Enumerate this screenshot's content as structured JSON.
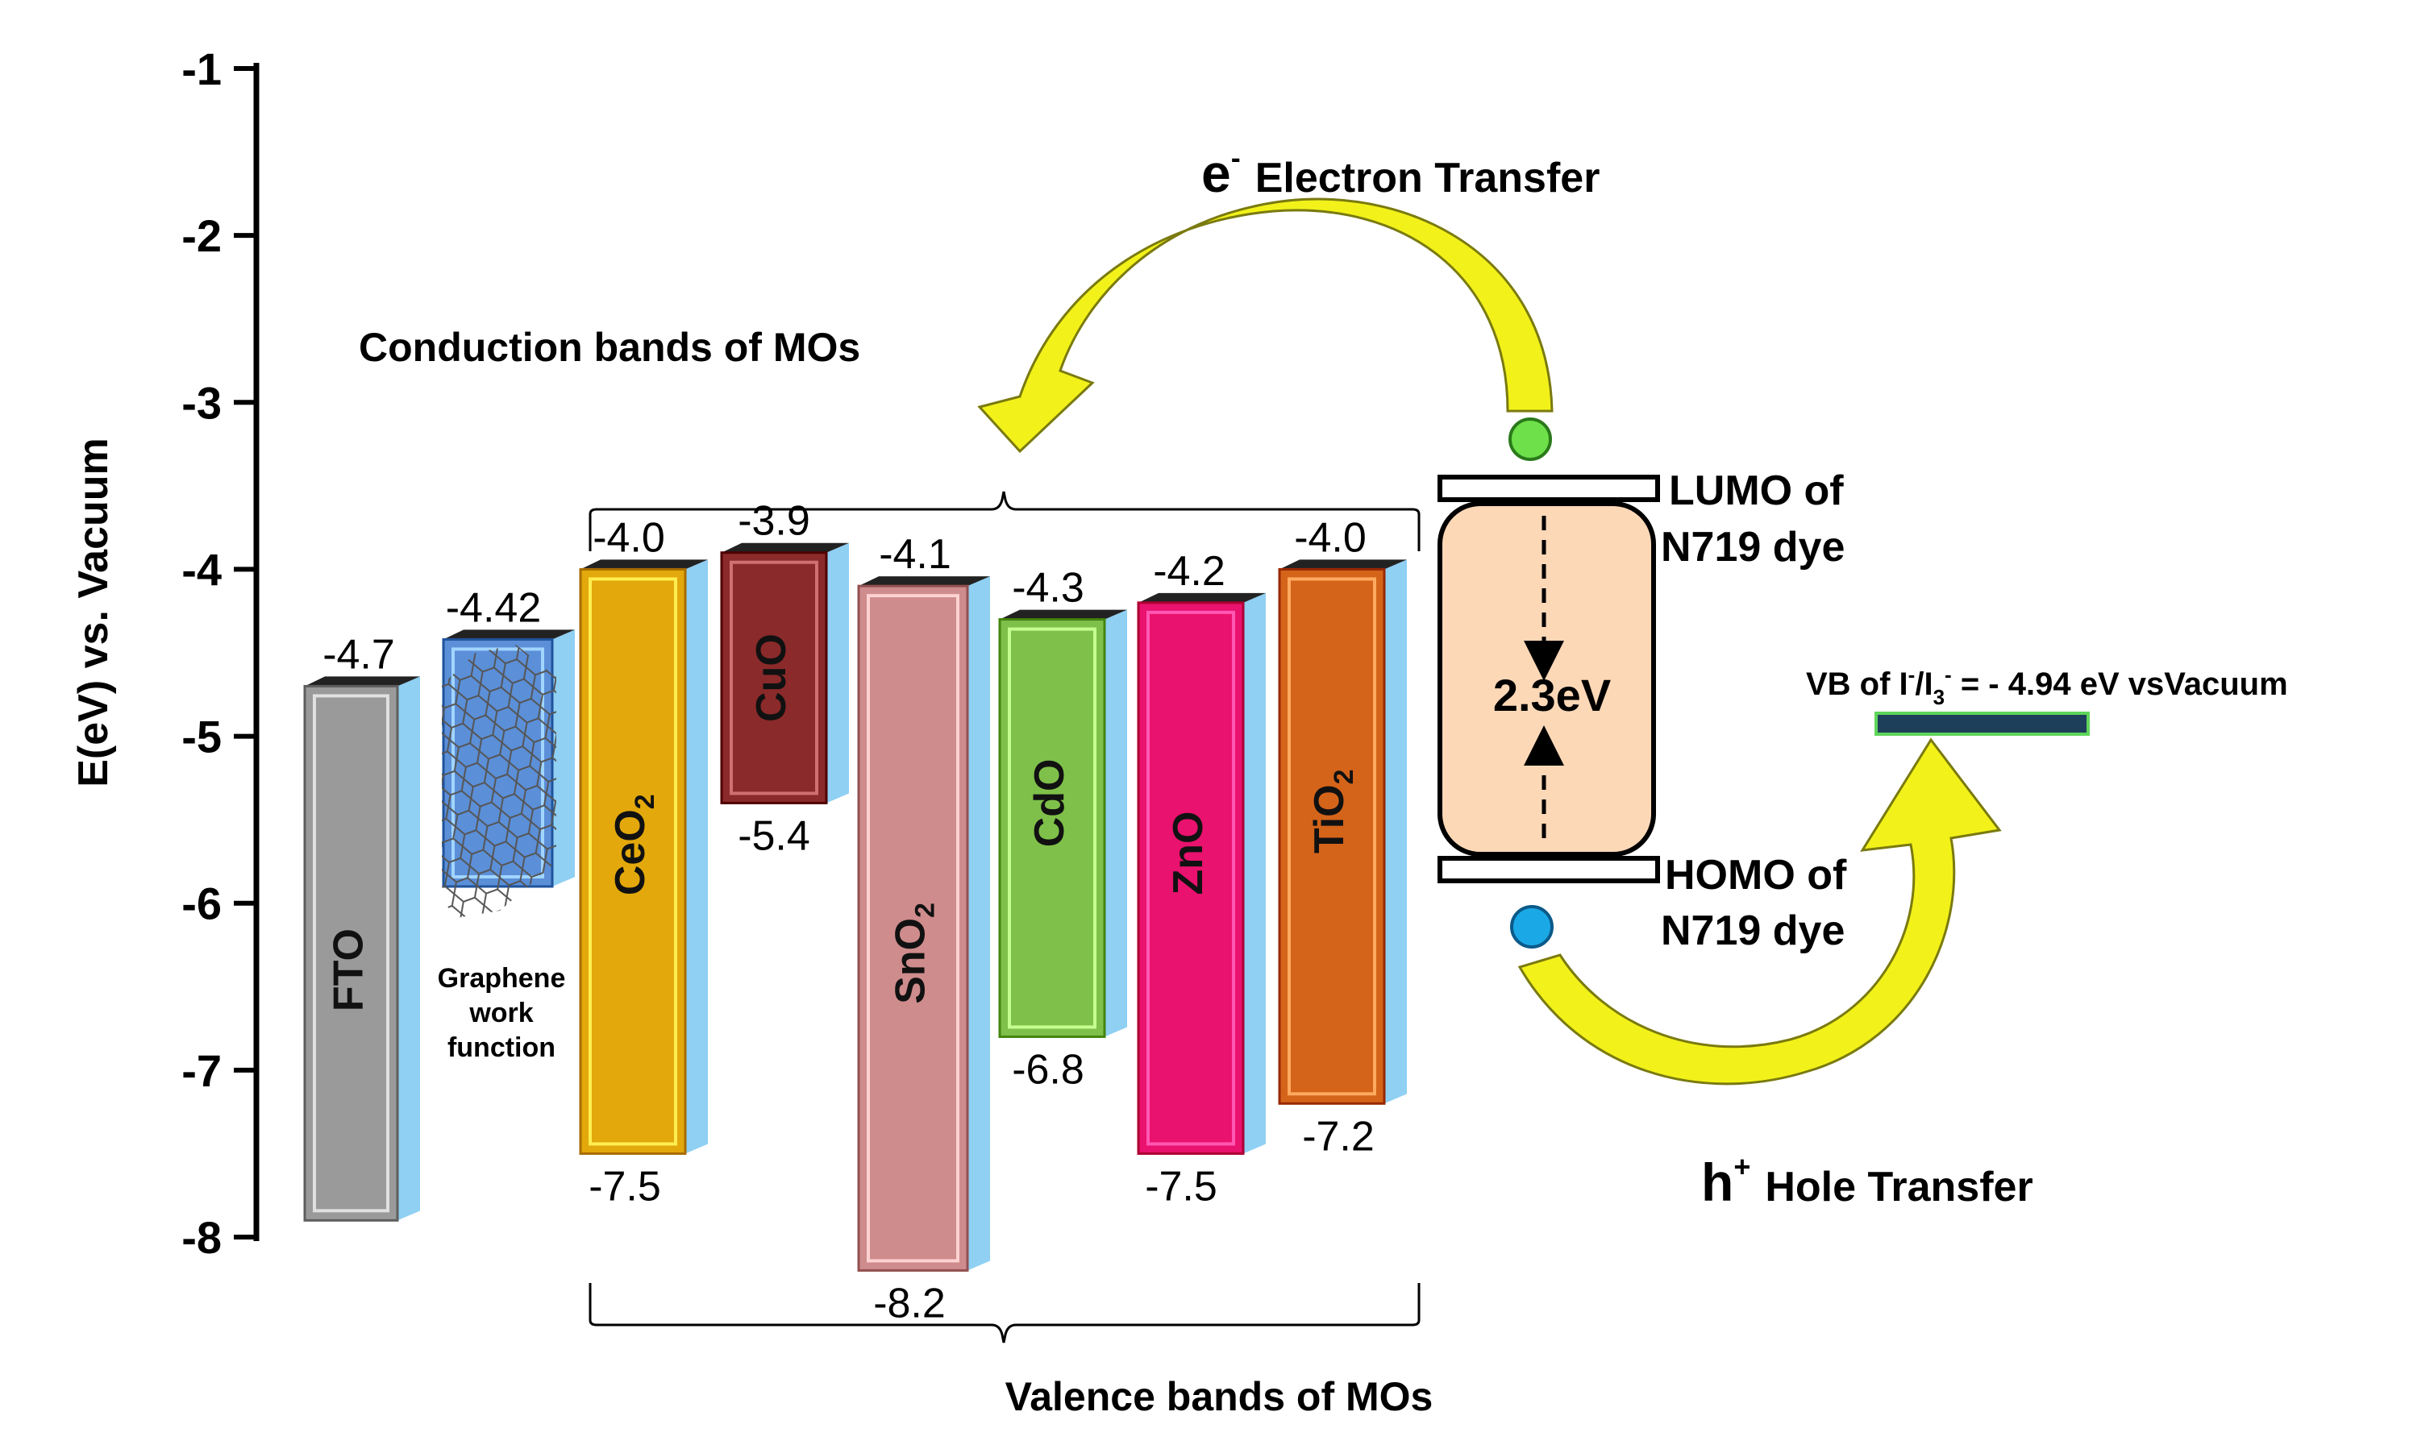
{
  "axis": {
    "label": "E(eV) vs. Vacuum",
    "ticks": [
      "-1",
      "-2",
      "-3",
      "-4",
      "-5",
      "-6",
      "-7",
      "-8"
    ],
    "tick_values": [
      -1,
      -2,
      -3,
      -4,
      -5,
      -6,
      -7,
      -8
    ],
    "range": [
      -1,
      -8
    ]
  },
  "bands": [
    {
      "key": "fto",
      "label": "FTO",
      "top": -4.7,
      "bottom": -7.9,
      "top_text": "-4.7",
      "bottom_text": "",
      "color": "#9a9a9a"
    },
    {
      "key": "graphene",
      "label": "",
      "top": -4.42,
      "bottom": -5.9,
      "top_text": "-4.42",
      "bottom_text": "",
      "color": "#5b8fd8"
    },
    {
      "key": "ceo2",
      "label": "CeO2",
      "label_base": "CeO",
      "label_sub": "2",
      "top": -4.0,
      "bottom": -7.5,
      "top_text": "-4.0",
      "bottom_text": "-7.5",
      "color": "#e3a80b"
    },
    {
      "key": "cuo",
      "label": "CuO",
      "top": -3.9,
      "bottom": -5.4,
      "top_text": "-3.9",
      "bottom_text": "-5.4",
      "color": "#8b2a2a"
    },
    {
      "key": "sno2",
      "label": "SnO2",
      "label_base": "SnO",
      "label_sub": "2",
      "top": -4.1,
      "bottom": -8.2,
      "top_text": "-4.1",
      "bottom_text": "-8.2",
      "color": "#cf8c8c"
    },
    {
      "key": "cdo",
      "label": "CdO",
      "top": -4.3,
      "bottom": -6.8,
      "top_text": "-4.3",
      "bottom_text": "-6.8",
      "color": "#7fc04a"
    },
    {
      "key": "zno",
      "label": "ZnO",
      "top": -4.2,
      "bottom": -7.5,
      "top_text": "-4.2",
      "bottom_text": "-7.5",
      "color": "#e9126e"
    },
    {
      "key": "tio2",
      "label": "TiO2",
      "label_base": "TiO",
      "label_sub": "2",
      "top": -4.0,
      "bottom": -7.2,
      "top_text": "-4.0",
      "bottom_text": "-7.2",
      "color": "#d4641a"
    }
  ],
  "graphene_label": [
    "Graphene",
    "work",
    "function"
  ],
  "labels": {
    "conduction": "Conduction bands of MOs",
    "valence": "Valence bands of MOs",
    "electron_symbol": "e",
    "electron_sup": "-",
    "electron_text": "Electron Transfer",
    "hole_symbol": "h",
    "hole_sup": "+",
    "hole_text": "Hole Transfer",
    "lumo_line1": "LUMO of",
    "lumo_line2": "N719 dye",
    "homo_line1": "HOMO of",
    "homo_line2": "N719 dye",
    "gap": "2.3eV",
    "vb_pre": "VB of I",
    "vb_sup1": "-",
    "vb_mid": "/I",
    "vb_sub": "3",
    "vb_sup2": "-",
    "vb_post": " = - 4.94 eV vsVacuum"
  },
  "colors": {
    "dye_fill": "#fcd8b7",
    "arrow_fill": "#f2f21a",
    "electron_dot": "#6ee04a",
    "hole_dot": "#1aa9e6",
    "edge_blue": "#8fd0f3",
    "vb_bar": "#1e3f5a",
    "vb_bar_border": "#5ed55a"
  }
}
